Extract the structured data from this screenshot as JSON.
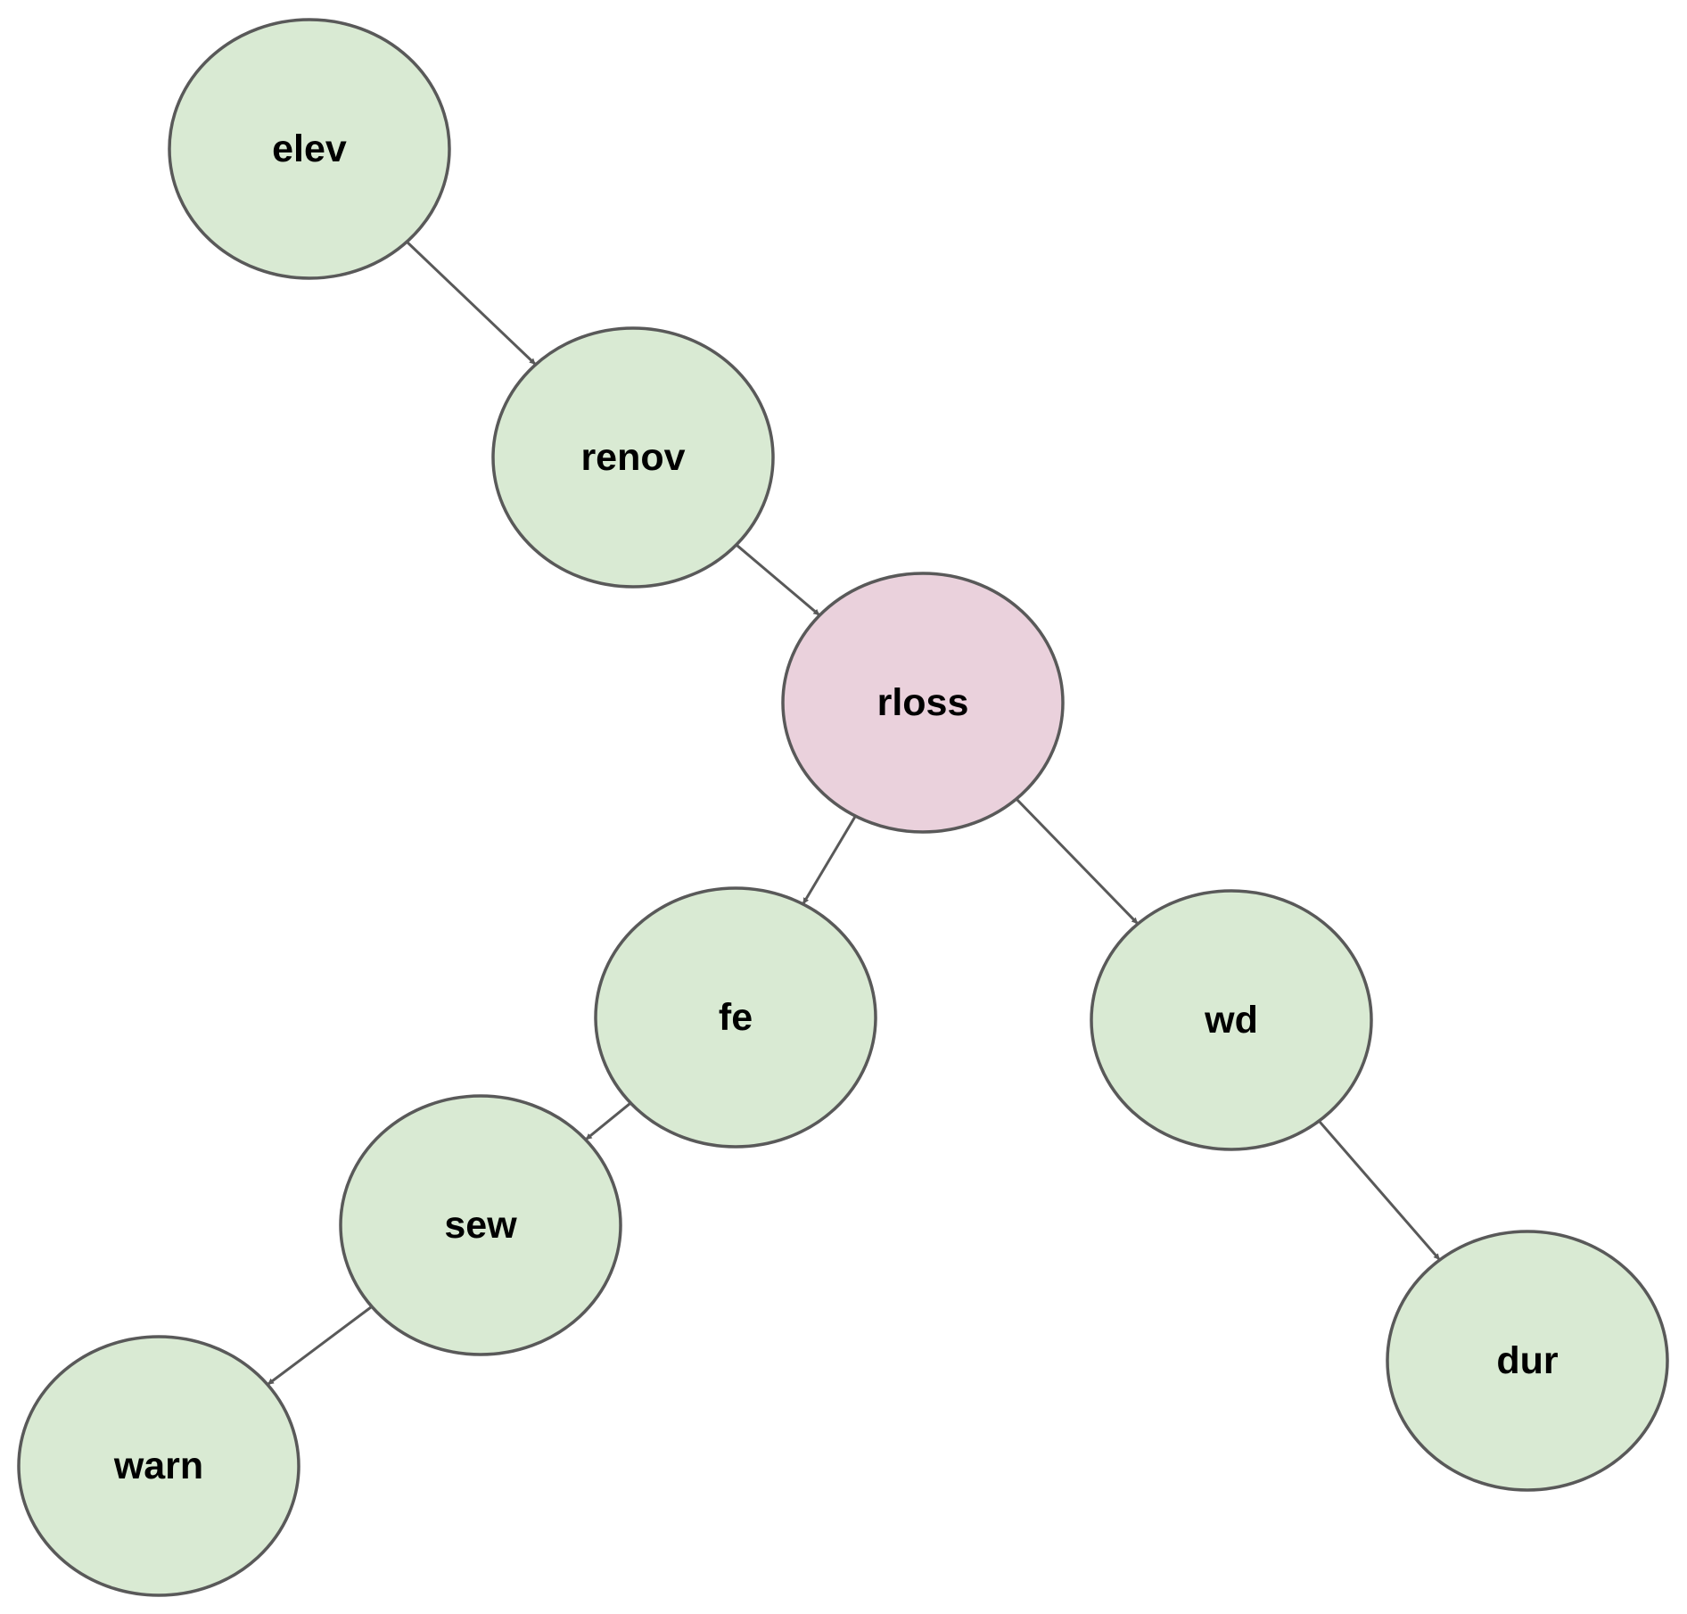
{
  "diagram": {
    "colors": {
      "node_default": "#d9ead3",
      "node_highlight": "#ead1dc",
      "stroke": "#595959",
      "label": "#000000"
    },
    "nodes": [
      {
        "id": "elev",
        "label": "elev",
        "highlight": false
      },
      {
        "id": "renov",
        "label": "renov",
        "highlight": false
      },
      {
        "id": "rloss",
        "label": "rloss",
        "highlight": true
      },
      {
        "id": "fe",
        "label": "fe",
        "highlight": false
      },
      {
        "id": "wd",
        "label": "wd",
        "highlight": false
      },
      {
        "id": "sew",
        "label": "sew",
        "highlight": false
      },
      {
        "id": "warn",
        "label": "warn",
        "highlight": false
      },
      {
        "id": "dur",
        "label": "dur",
        "highlight": false
      }
    ],
    "edges": [
      {
        "from": "elev",
        "to": "renov"
      },
      {
        "from": "renov",
        "to": "rloss"
      },
      {
        "from": "rloss",
        "to": "fe"
      },
      {
        "from": "rloss",
        "to": "wd"
      },
      {
        "from": "fe",
        "to": "sew"
      },
      {
        "from": "sew",
        "to": "warn"
      },
      {
        "from": "wd",
        "to": "dur"
      }
    ]
  }
}
